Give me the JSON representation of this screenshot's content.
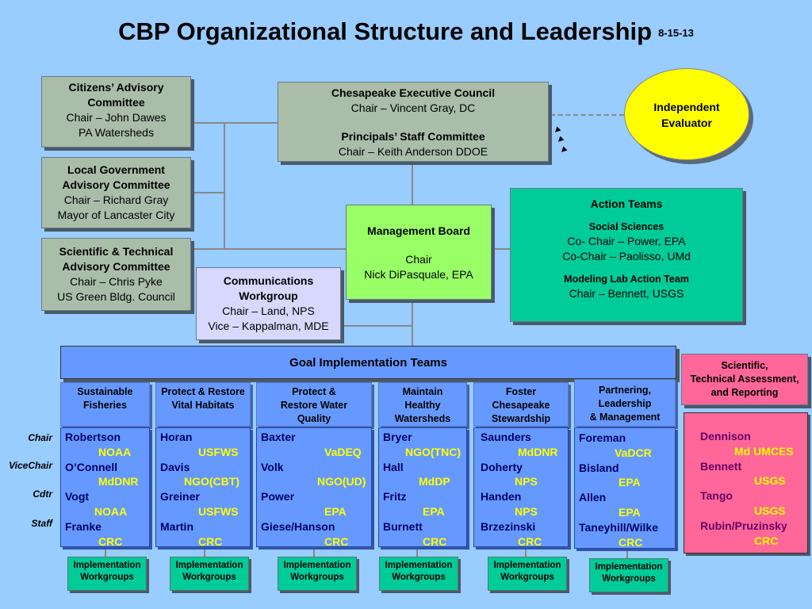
{
  "title": "CBP Organizational Structure and Leadership",
  "date": "8-15-13",
  "citizens": {
    "l1": "Citizens’ Advisory",
    "l2": "Committee",
    "l3": "Chair – John Dawes",
    "l4": "PA Watersheds"
  },
  "local_gov": {
    "l1": "Local Government",
    "l2": "Advisory Committee",
    "l3": "Chair – Richard Gray",
    "l4": "Mayor of Lancaster City"
  },
  "sci_tech": {
    "l1": "Scientific & Technical",
    "l2": "Advisory Committee",
    "l3": "Chair – Chris Pyke",
    "l4": "US Green Bldg. Council"
  },
  "exec_council": {
    "name": "Chesapeake Executive Council",
    "chair": "Chair – Vincent Gray, DC",
    "psc_name": "Principals’ Staff Committee",
    "psc_chair": "Chair – Keith Anderson DDOE"
  },
  "evaluator": {
    "l1": "Independent",
    "l2": "Evaluator"
  },
  "management": {
    "name": "Management Board",
    "l1": "Chair",
    "l2": "Nick DiPasquale, EPA"
  },
  "communications": {
    "l1": "Communications",
    "l2": "Workgroup",
    "l3": "Chair – Land, NPS",
    "l4": "Vice –  Kappalman, MDE"
  },
  "action_teams": {
    "title": "Action Teams",
    "social": "Social Sciences",
    "social_c1": "Co- Chair – Power, EPA",
    "social_c2": "Co-Chair – Paolisso, UMd",
    "modeling": "Modeling Lab Action Team",
    "modeling_c": "Chair –  Bennett, USGS"
  },
  "goal_teams": {
    "title": "Goal Implementation Teams"
  },
  "row_labels": [
    "Chair",
    "ViceChair",
    "Cdtr",
    "Staff"
  ],
  "columns": [
    {
      "h1": "Sustainable",
      "h2": "Fisheries",
      "h3": "",
      "people": [
        [
          "Robertson",
          "NOAA"
        ],
        [
          "O’Connell",
          "MdDNR"
        ],
        [
          "Vogt",
          "NOAA"
        ],
        [
          "Franke",
          "CRC"
        ]
      ]
    },
    {
      "h1": "Protect & Restore",
      "h2": "Vital Habitats",
      "h3": "",
      "people": [
        [
          "Horan",
          "USFWS"
        ],
        [
          "Davis",
          "NGO(CBT)"
        ],
        [
          "Greiner",
          "USFWS"
        ],
        [
          "Martin",
          "CRC"
        ]
      ]
    },
    {
      "h1": "Protect &",
      "h2": "Restore Water",
      "h3": "Quality",
      "people": [
        [
          "Baxter",
          "VaDEQ"
        ],
        [
          "Volk",
          "NGO(UD)"
        ],
        [
          "Power",
          "EPA"
        ],
        [
          "Giese/Hanson",
          "CRC"
        ]
      ]
    },
    {
      "h1": "Maintain",
      "h2": "Healthy",
      "h3": "Watersheds",
      "people": [
        [
          "Bryer",
          "NGO(TNC)"
        ],
        [
          "Hall",
          "MdDP"
        ],
        [
          "Fritz",
          "EPA"
        ],
        [
          "Burnett",
          "CRC"
        ]
      ]
    },
    {
      "h1": "Foster",
      "h2": "Chesapeake",
      "h3": "Stewardship",
      "people": [
        [
          "Saunders",
          "MdDNR"
        ],
        [
          "Doherty",
          "NPS"
        ],
        [
          "Handen",
          "NPS"
        ],
        [
          "Brzezinski",
          "CRC"
        ]
      ]
    },
    {
      "h1": "Partnering,",
      "h2": "Leadership",
      "h3": "& Management",
      "people": [
        [
          "Foreman",
          "VaDCR"
        ],
        [
          "Bisland",
          "EPA"
        ],
        [
          "Allen",
          "EPA"
        ],
        [
          "Taneyhill/Wilke",
          "CRC"
        ]
      ]
    }
  ],
  "workgroup": {
    "l1": "Implementation",
    "l2": "Workgroups"
  },
  "scientific": {
    "h1": "Scientific,",
    "h2": "Technical Assessment,",
    "h3": "and Reporting",
    "people": [
      [
        "Dennison",
        "Md UMCES"
      ],
      [
        "Bennett",
        "USGS"
      ],
      [
        "Tango",
        "USGS"
      ],
      [
        "Rubin/Pruzinsky",
        "CRC"
      ]
    ]
  },
  "colors": {
    "background": "#99ccff",
    "advisory": "#a9bda9",
    "management": "#99ff66",
    "action": "#00cc99",
    "goal": "#6699ff",
    "scientific": "#ff6699",
    "evaluator": "#ffff00",
    "org_text": "#ffff00",
    "name_text": "#000066"
  }
}
